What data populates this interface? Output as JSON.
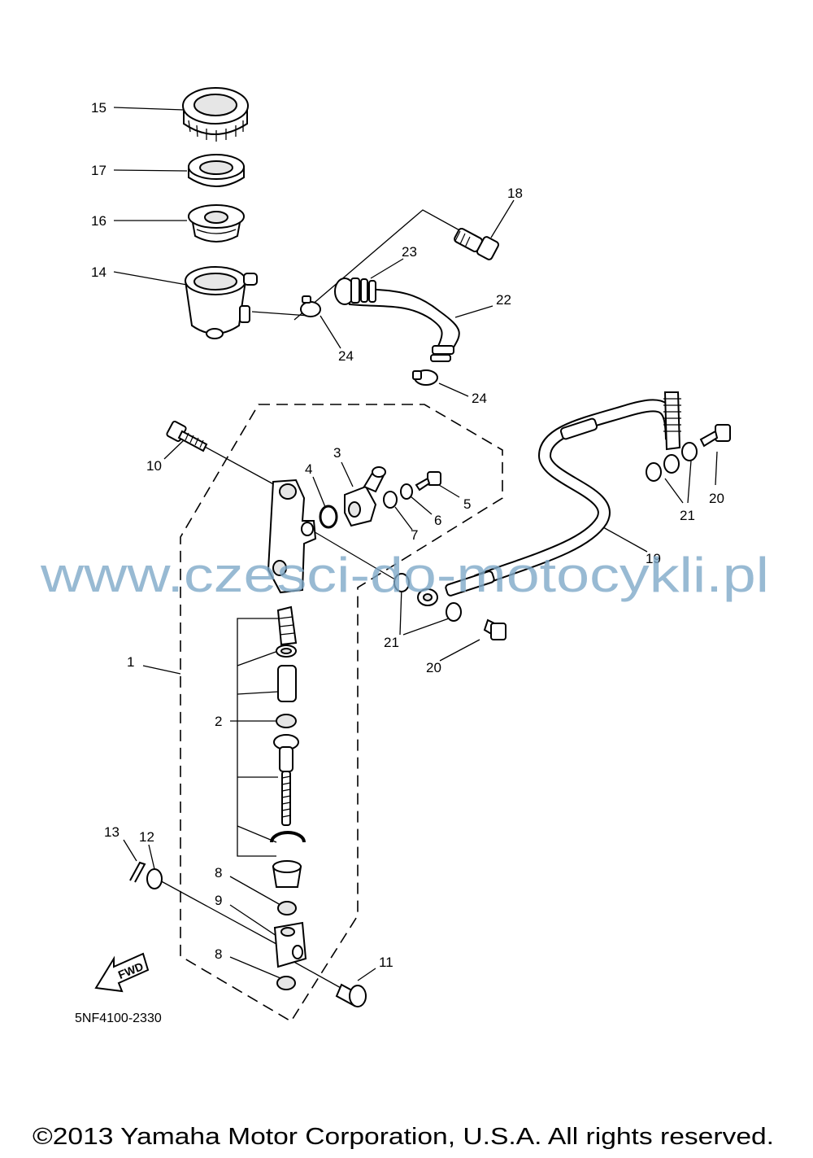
{
  "diagram": {
    "callouts": [
      "15",
      "17",
      "16",
      "14",
      "18",
      "23",
      "22",
      "24",
      "24",
      "10",
      "3",
      "4",
      "5",
      "6",
      "7",
      "1",
      "2",
      "21",
      "20",
      "19",
      "21",
      "20",
      "13",
      "12",
      "8",
      "9",
      "8",
      "11"
    ],
    "fwd_label": "FWD",
    "part_code": "5NF4100-2330"
  },
  "watermark": "www.czesci-do-motocykli.pl",
  "footer": {
    "copyright": "©2013 Yamaha Motor Corporation, U.S.A. All rights reserved."
  },
  "colors": {
    "line": "#000000",
    "watermark": "#7fa9c9",
    "background": "#ffffff"
  }
}
